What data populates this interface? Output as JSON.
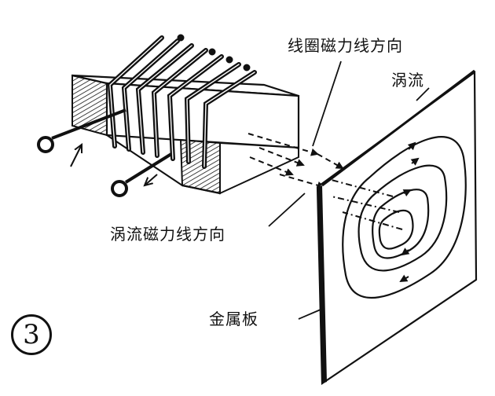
{
  "labels": {
    "coil_flux_direction": "线圈磁力线方向",
    "eddy_current": "涡流",
    "eddy_flux_direction": "涡流磁力线方向",
    "metal_plate": "金属板"
  },
  "figure_number": "3"
}
